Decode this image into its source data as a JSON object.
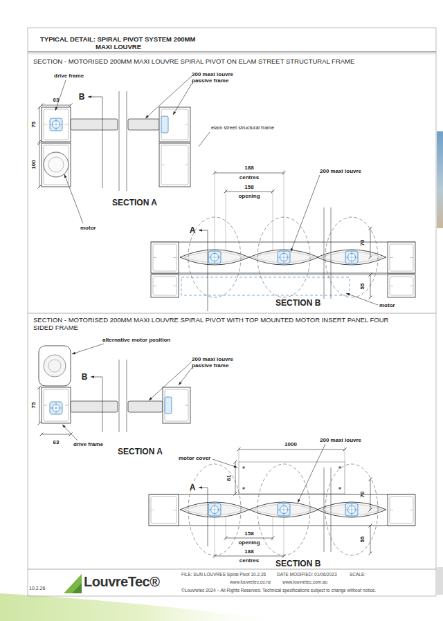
{
  "diagram": {
    "title": "TYPICAL DETAIL: SPIRAL PIVOT SYSTEM 200MM MAXI LOUVRE",
    "labels": [
      "SECTION - MOTORISED 200MM MAXI LOUVRE SPIRAL PIVOT ON ELAM STREET STRUCTURAL FRAME",
      "drive frame",
      "63",
      "B",
      "200 maxi louvre passive frame",
      "75",
      "100",
      "elam street structural frame",
      "motor",
      "SECTION A",
      "188",
      "centres",
      "200 maxi louvre",
      "A",
      "158",
      "opening",
      "70",
      "55",
      "SECTION B",
      "motor",
      "SECTION - MOTORISED 200MM MAXI LOUVRE SPIRAL PIVOT WITH TOP MOUNTED MOTOR INSERT PANEL FOUR SIDED FRAME",
      "alternative motor position",
      "B",
      "200 maxi louvre passive frame",
      "75",
      "63",
      "drive frame",
      "SECTION A",
      "motor cover",
      "200 maxi louvre",
      "1000",
      "A",
      "81",
      "70",
      "158",
      "opening",
      "188",
      "centres",
      "55",
      "SECTION B",
      "10.2.26",
      "LouvreTec®",
      "FILE: SUN LOUVRES Spiral Pivot 10.2.26",
      "DATE MODIFIED: 01/06/2023",
      "SCALE:",
      "www.louvretec.co.nz",
      "www.louvretec.com.au",
      "©Louvretec 2024 – All Rights Reserved. Technical specifications subject to change without notice."
    ]
  }
}
